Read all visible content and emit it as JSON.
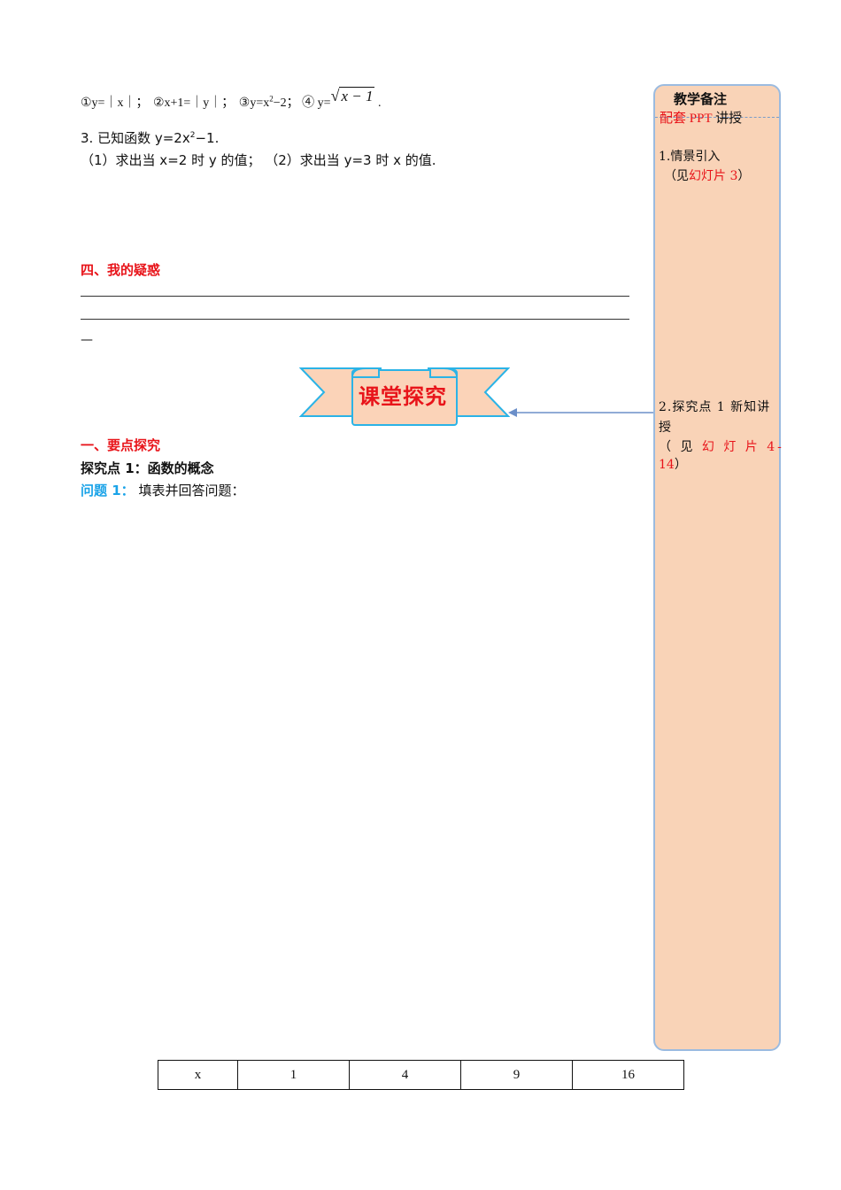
{
  "exercise_line": {
    "item1": "①y=｜x｜；",
    "item2": "②x+1=｜y｜；",
    "item3_pre": "③y=x",
    "item3_sup": "2",
    "item3_post": "−2；",
    "item4_pre": "④ y=",
    "item4_radicand": "x − 1",
    "end": "."
  },
  "question3": {
    "title_pre": "3. 已知函数 y=2x",
    "title_sup": "2",
    "title_post": "−1.",
    "parts": "（1）求出当 x=2 时 y 的值；  （2）求出当 y=3 时 x 的值."
  },
  "doubts": {
    "heading": "四、我的疑惑",
    "short_line": "—"
  },
  "banner": {
    "text": "课堂探究"
  },
  "section1": {
    "heading": "一、要点探究",
    "point": "探究点 1：函数的概念",
    "problem_label": "问题 1：",
    "problem_text": "填表并回答问题："
  },
  "sidebar": {
    "title": "教学备注",
    "sub_red": "配套 PPT",
    "sub_black": "讲授",
    "note1": "1.情景引入",
    "note1_pre": "（见",
    "note1_red": "幻灯片 3",
    "note1_post": "）",
    "note2_a": "2.探究点 1 新知讲",
    "note2_b": "授",
    "note2_pre": "（ 见",
    "note2_red": "幻 灯 片 4-",
    "note2_red2": "14",
    "note2_post": "）"
  },
  "table": {
    "cells": [
      "x",
      "1",
      "4",
      "9",
      "16"
    ]
  },
  "colors": {
    "accent_red": "#e8141a",
    "accent_cyan": "#1aa3e8",
    "sidebar_fill": "#f9d3b7",
    "sidebar_border": "#9bbbe0",
    "banner_fill": "#fbd3b8",
    "banner_stroke": "#2bb3e6"
  }
}
